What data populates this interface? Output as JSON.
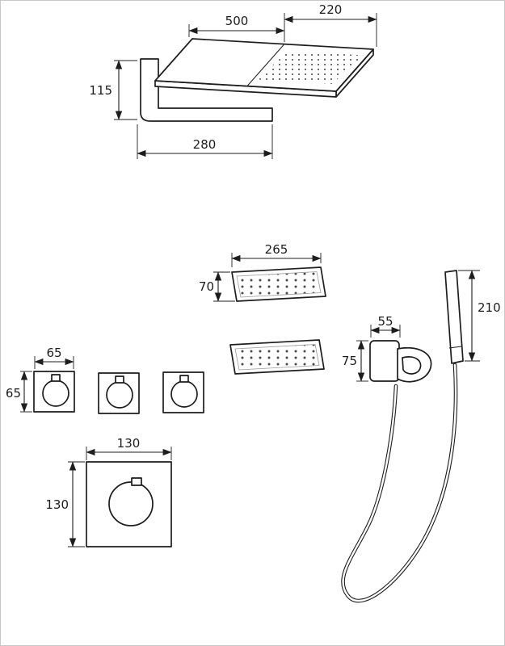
{
  "drawing": {
    "colors": {
      "ink": "#1d1d1d",
      "border": "#c9c9c9",
      "dots": "#4a4a4a"
    },
    "dimensions": {
      "head_width": "500",
      "head_depth": "220",
      "head_drop": "115",
      "arm_reach": "280",
      "jet_length": "265",
      "jet_height": "70",
      "handshower_length": "210",
      "bracket_width": "55",
      "bracket_height": "75",
      "valve_width": "65",
      "valve_height": "65",
      "mixer_width": "130",
      "mixer_height": "130"
    }
  }
}
